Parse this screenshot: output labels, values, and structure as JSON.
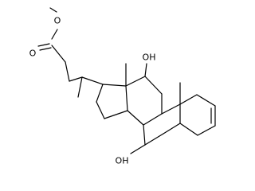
{
  "molecule": {
    "atom_labels": {
      "ester_carbonyl_o": "O",
      "ester_ether_o": "O",
      "hydroxyl_12": "OH",
      "hydroxyl_7": "OH"
    }
  },
  "colors": {
    "bond": "#000000",
    "label": "#000000",
    "background": "#ffffff"
  }
}
